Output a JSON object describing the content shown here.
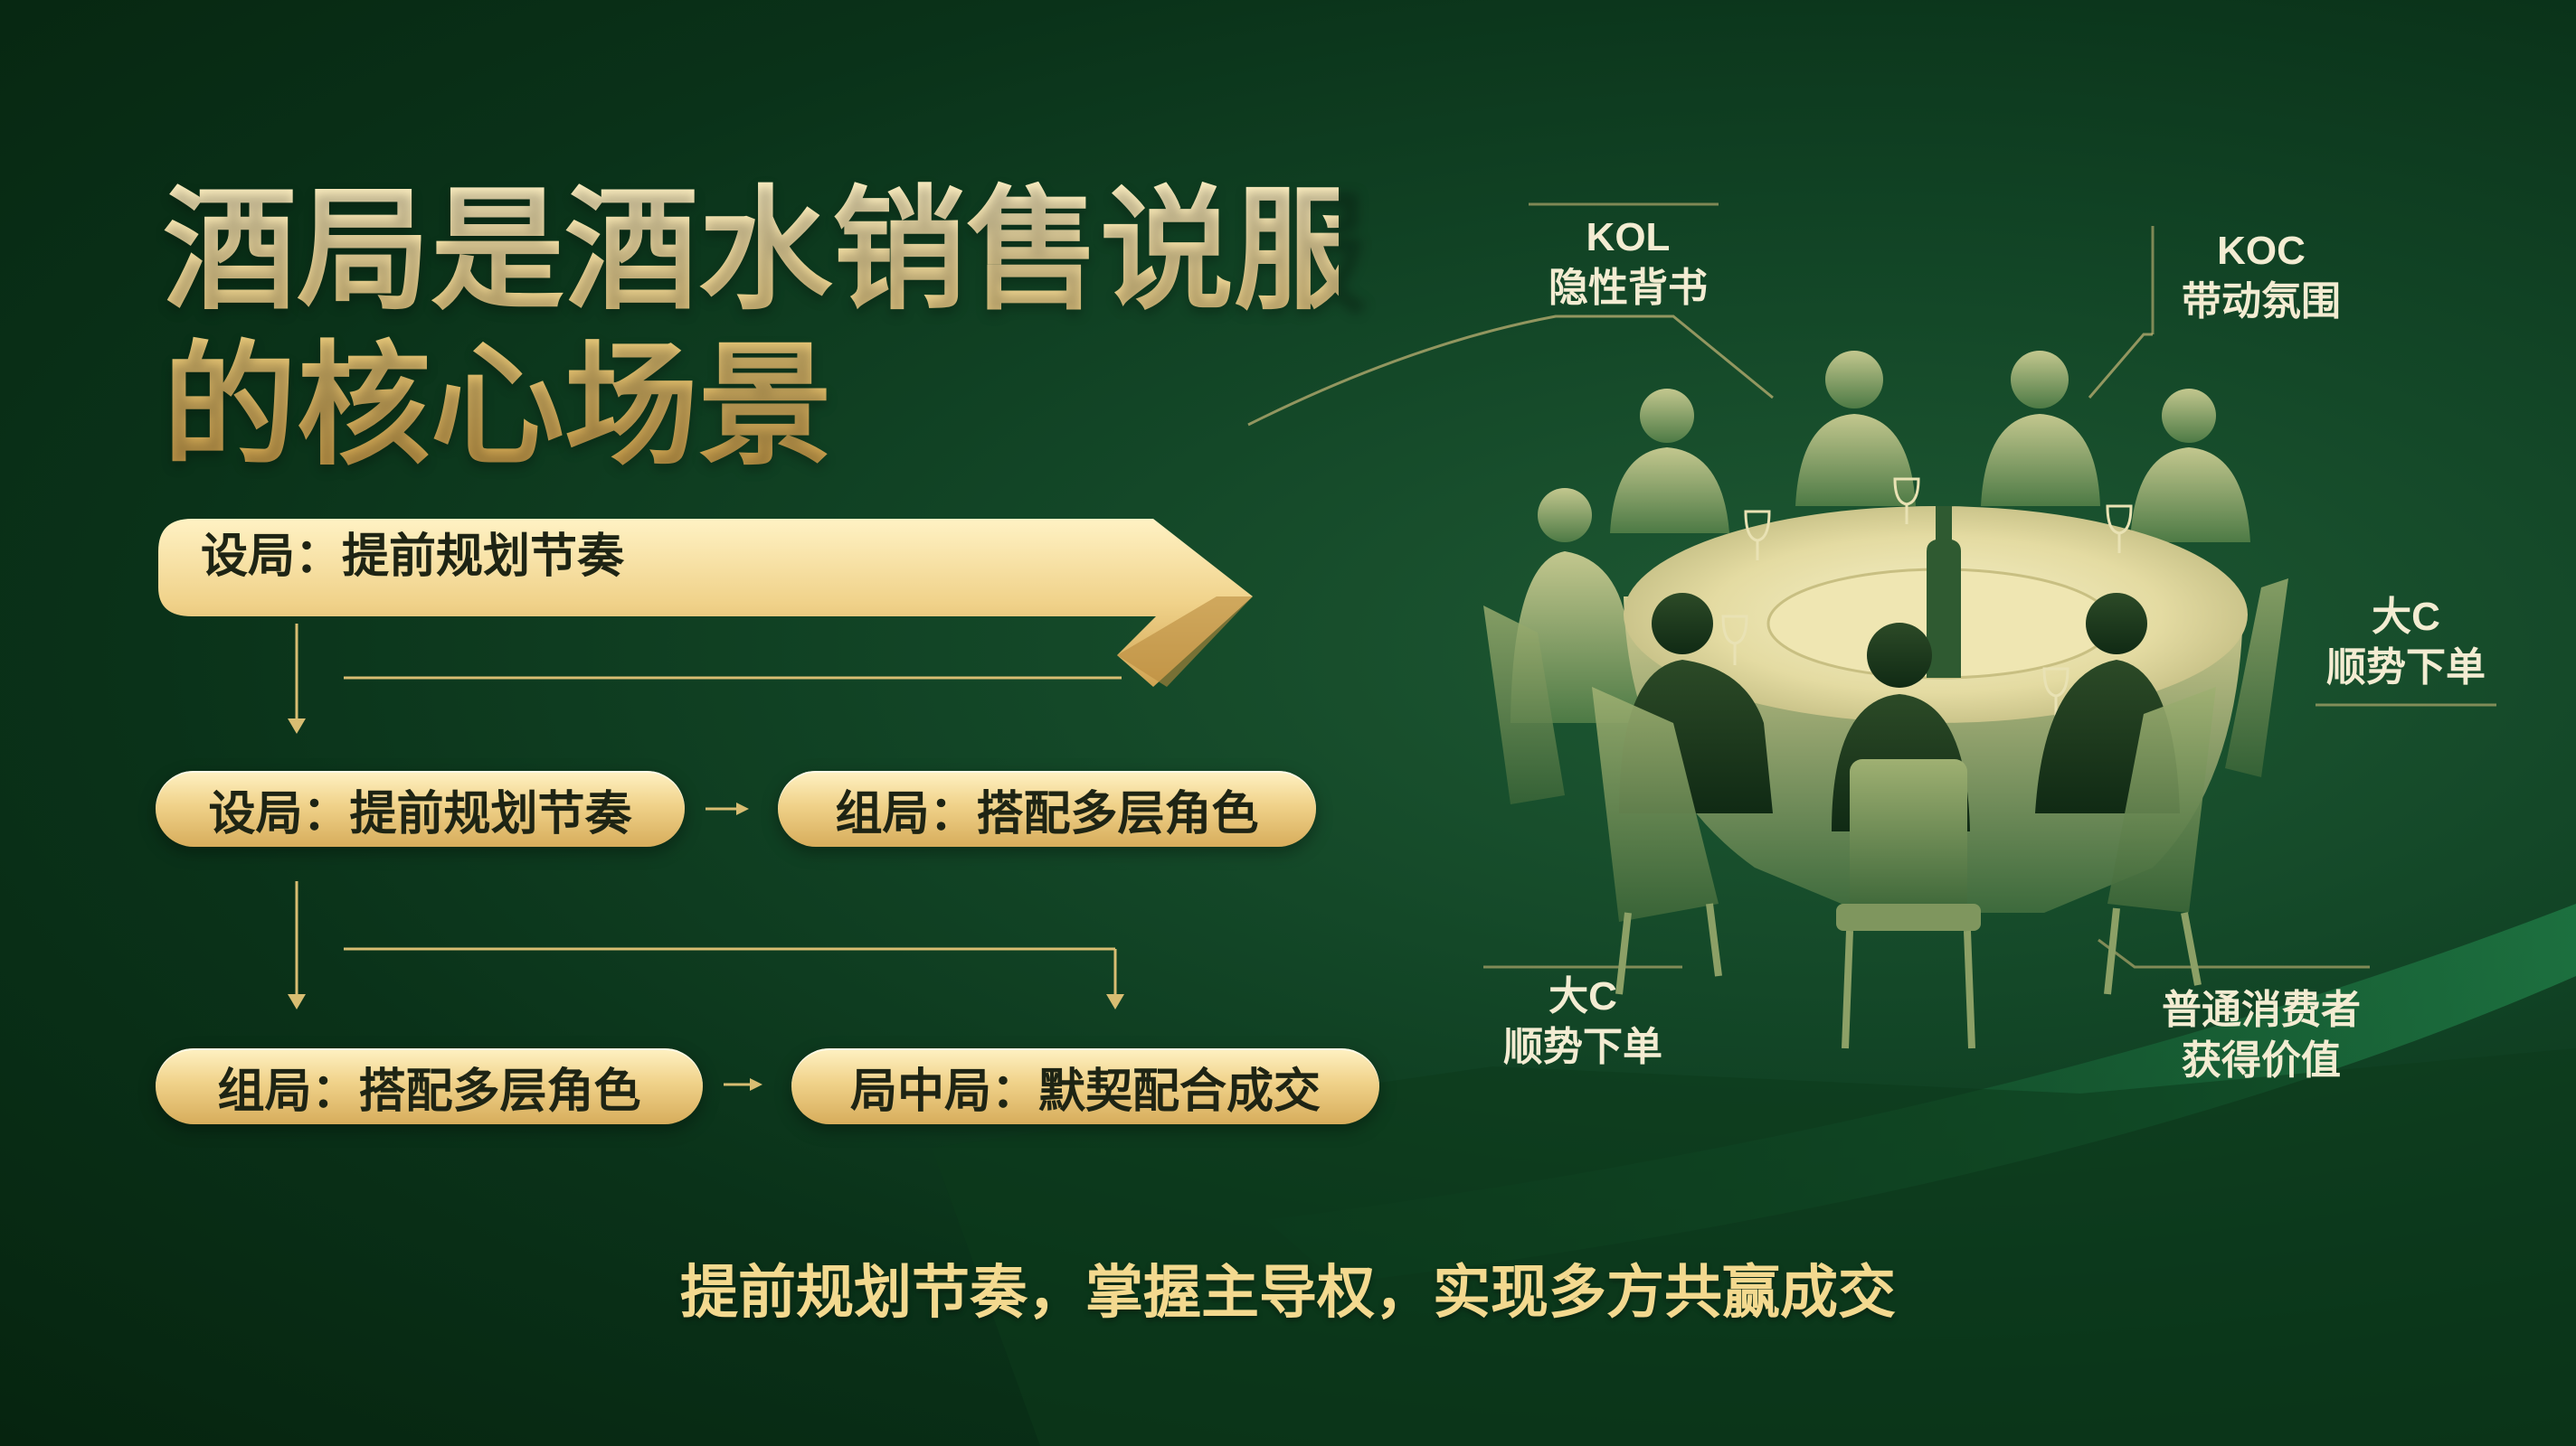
{
  "title": {
    "line1": "酒局是酒水销售说服",
    "line2": "的核心场景"
  },
  "flow": {
    "banner": "设局：提前规划节奏",
    "row2": {
      "left": "设局：提前规划节奏",
      "right": "组局：搭配多层角色"
    },
    "row3": {
      "left": "组局：搭配多层角色",
      "right": "局中局：默契配合成交"
    }
  },
  "roles": {
    "kol": {
      "line1": "KOL",
      "line2": "隐性背书"
    },
    "koc": {
      "line1": "KOC",
      "line2": "带动氛围"
    },
    "bigc_right": {
      "line1": "大C",
      "line2": "顺势下单"
    },
    "bigc_left": {
      "line1": "大C",
      "line2": "顺势下单"
    },
    "consumer": {
      "line1": "普通消费者",
      "line2": "获得价值"
    }
  },
  "footer": "提前规划节奏，掌握主导权，实现多方共赢成交",
  "colors": {
    "background": "#0b3a1c",
    "gold": "#e8c878",
    "pill": "#f0d28a",
    "text_light": "#f3ecd2"
  }
}
